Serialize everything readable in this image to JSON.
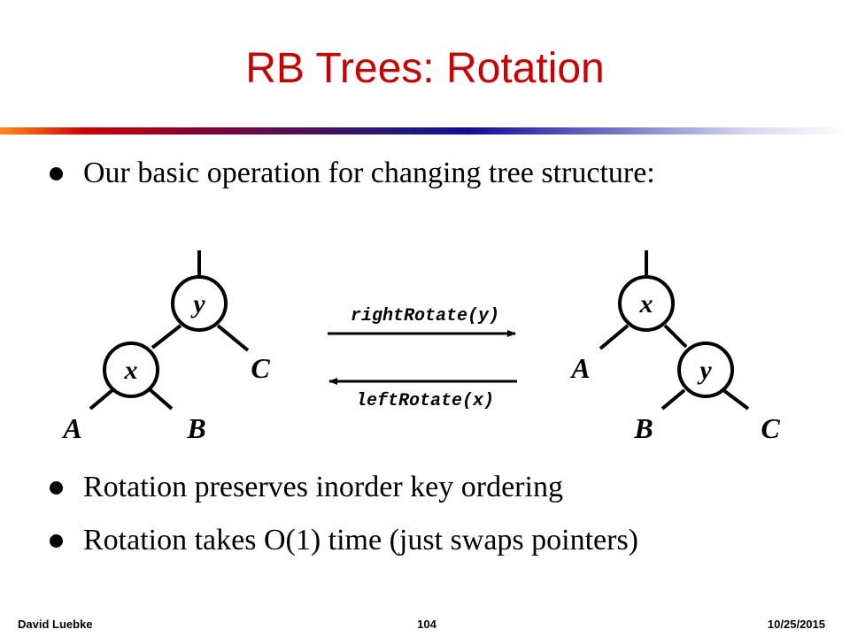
{
  "slide": {
    "title": "RB Trees: Rotation",
    "bullets": [
      "Our basic operation for changing tree structure:",
      "Rotation preserves inorder key ordering",
      "Rotation takes O(1) time (just swaps pointers)"
    ]
  },
  "diagram": {
    "left_tree": {
      "root": "y",
      "child": "x",
      "subtrees": [
        "A",
        "B",
        "C"
      ]
    },
    "right_tree": {
      "root": "x",
      "child": "y",
      "subtrees": [
        "A",
        "B",
        "C"
      ]
    },
    "operations": {
      "forward": "rightRotate(y)",
      "backward": "leftRotate(x)"
    }
  },
  "footer": {
    "author": "David Luebke",
    "page": "104",
    "date": "10/25/2015"
  },
  "colors": {
    "title": "#cc0000",
    "text": "#000000"
  }
}
